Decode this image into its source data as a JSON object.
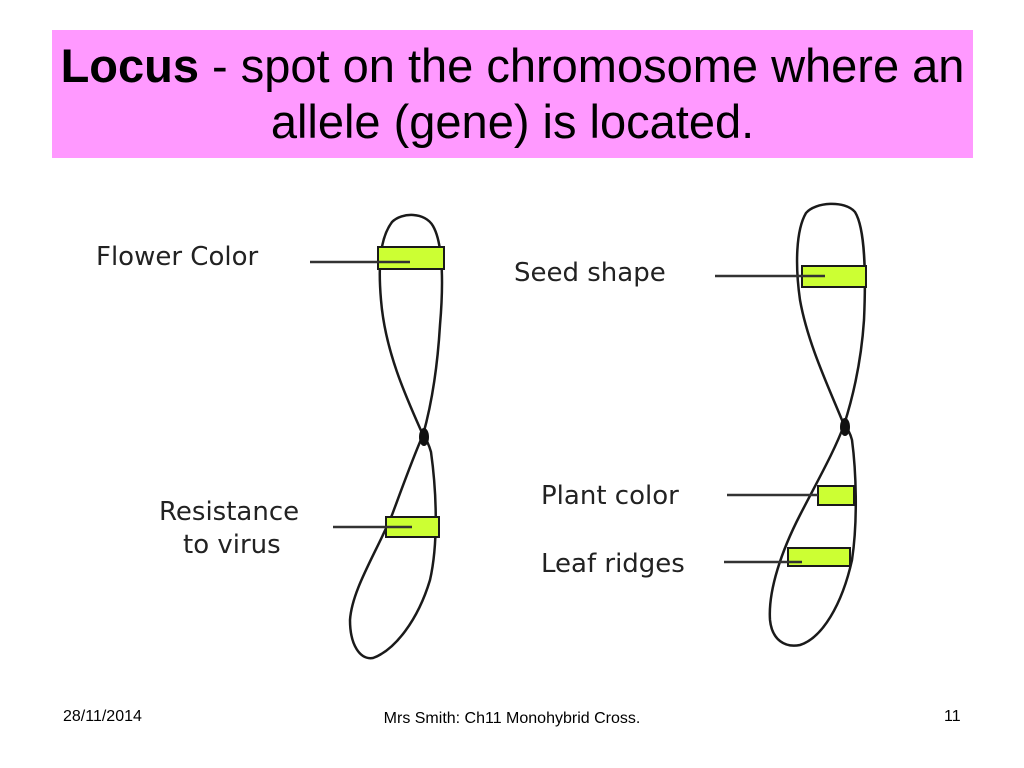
{
  "slide": {
    "title_term": "Locus",
    "title_rest": " - spot on the chromosome where an allele (gene) is located."
  },
  "diagram": {
    "left_chromosome": {
      "labels": [
        "Flower Color",
        "Resistance",
        "to virus"
      ]
    },
    "right_chromosome": {
      "labels": [
        "Seed shape",
        "Plant color",
        "Leaf ridges"
      ]
    },
    "locus_color": "#ccff33",
    "outline_color": "#1a1a1a"
  },
  "footer": {
    "date": "28/11/2014",
    "center": "Mrs Smith: Ch11 Monohybrid Cross.",
    "page": "11"
  }
}
